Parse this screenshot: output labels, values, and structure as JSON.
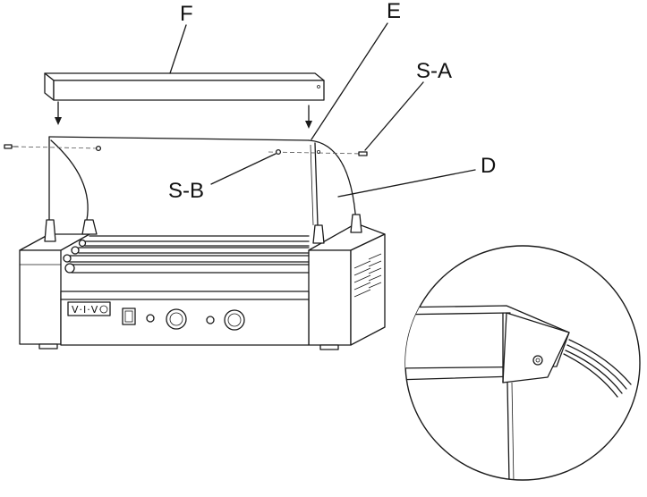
{
  "labels": {
    "part_f": "F",
    "part_e": "E",
    "part_d": "D",
    "screw_a": "S-A",
    "screw_b": "S-B"
  },
  "brand_text": "V·I·V·",
  "icons": [
    "arrow-down-icon",
    "screw-icon",
    "magnifier-circle"
  ]
}
